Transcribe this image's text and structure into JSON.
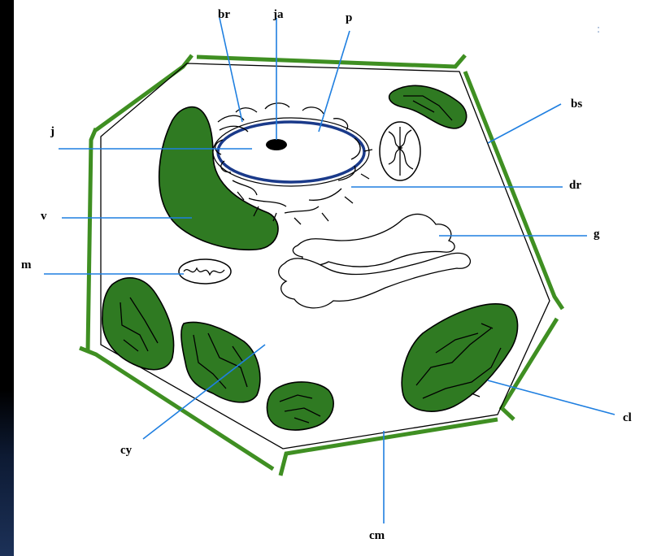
{
  "labels": {
    "br": "br",
    "ja": "ja",
    "p": "p",
    "j": "j",
    "bs": "bs",
    "dr": "dr",
    "v": "v",
    "g": "g",
    "m": "m",
    "cl": "cl",
    "cy": "cy",
    "cm": "cm",
    "corner_mark": ":"
  },
  "colors": {
    "background": "#000000",
    "panel": "#ffffff",
    "cell_wall": "#3f8f22",
    "organelle_fill": "#2f7a22",
    "leader_line": "#1f7fe0",
    "nucleus_envelope": "#1a3a8a"
  }
}
